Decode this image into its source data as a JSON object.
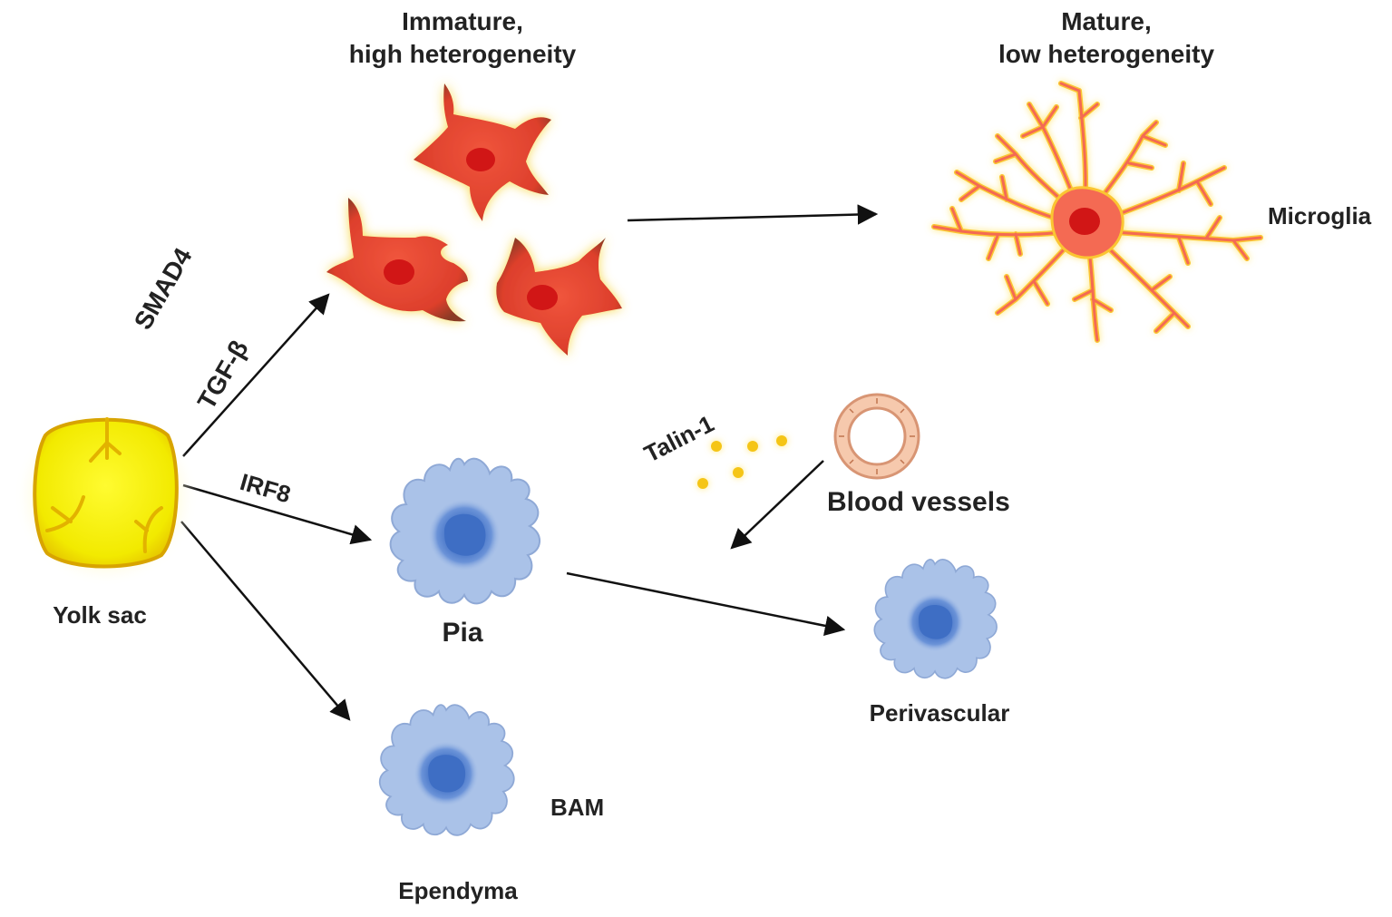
{
  "diagram": {
    "nodes": {
      "yolk_sac": "Yolk sac",
      "immature_title_line1": "Immature,",
      "immature_title_line2": "high heterogeneity",
      "mature_title_line1": "Mature,",
      "mature_title_line2": "low heterogeneity",
      "microglia": "Microglia",
      "pia": "Pia",
      "bam": "BAM",
      "ependyma": "Ependyma",
      "perivascular": "Perivascular",
      "blood_vessels": "Blood vessels"
    },
    "edge_labels": {
      "smad4": "SMAD4",
      "tgfb": "TGF-β",
      "irf8": "IRF8",
      "talin1": "Talin-1"
    }
  },
  "colors": {
    "yolk_fill": "#f2ea00",
    "yolk_stroke": "#d8a400",
    "immature_fill": "#e24a35",
    "immature_glow": "#f8e27a",
    "nucleus_red": "#d11515",
    "microglia_outline": "#fbc531",
    "microglia_fill": "#f46a52",
    "bam_fill": "#aac2e8",
    "bam_stroke": "#8fa9d6",
    "bam_nucleus": "#3e6ec4",
    "vessel_fill": "#f6c9ad",
    "vessel_stroke": "#d89574",
    "talin_dots": "#f5c518",
    "arrow": "#111111"
  }
}
